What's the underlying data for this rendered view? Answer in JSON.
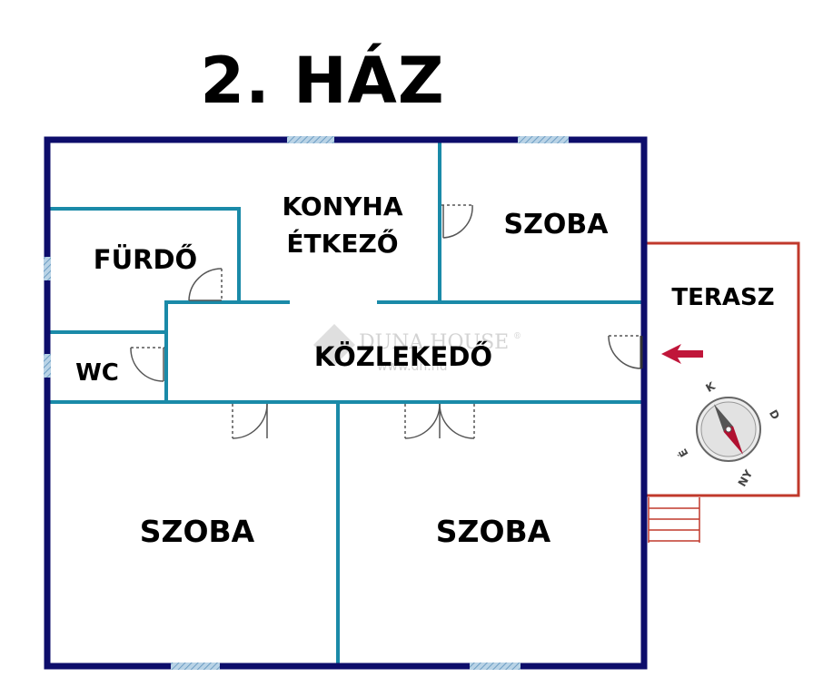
{
  "title": "2. HÁZ",
  "rooms": {
    "konyha_line1": "KONYHA",
    "konyha_line2": "ÉTKEZŐ",
    "szoba_top_right": "SZOBA",
    "furdo": "FÜRDŐ",
    "wc": "WC",
    "kozlekedo": "KÖZLEKEDŐ",
    "terasz": "TERASZ",
    "szoba_bottom_left": "SZOBA",
    "szoba_bottom_right": "SZOBA"
  },
  "watermark": {
    "brand": "DUNA HOUSE",
    "registered": "®",
    "url": "www.dh.hu"
  },
  "compass": {
    "north": "É",
    "east": "K",
    "south": "D",
    "west": "NY"
  },
  "colors": {
    "outer_wall": "#0d0d6b",
    "inner_wall": "#1a8aa8",
    "window": "#8fb8d6",
    "terrace": "#c0392b",
    "arrow": "#c0163a",
    "door": "#555555"
  }
}
